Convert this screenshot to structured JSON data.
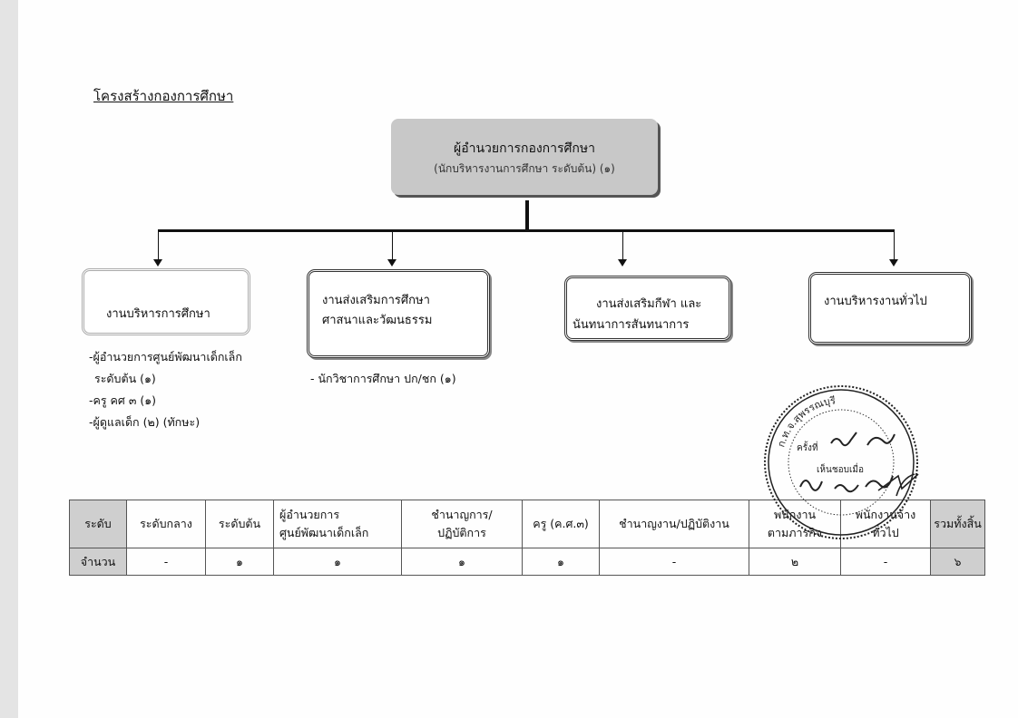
{
  "page": {
    "title": "โครงสร้างกองการศึกษา"
  },
  "head": {
    "title": "ผู้อำนวยการกองการศึกษา",
    "subtitle": "(นักบริหารงานการศึกษา ระดับต้น)  (๑)"
  },
  "departments": [
    {
      "lines": [
        "งานบริหารการศึกษา"
      ],
      "staff": [
        "-ผู้อำนวยการศูนย์พัฒนาเด็กเล็ก",
        "ระดับต้น (๑)",
        "-ครู คศ ๓ (๑)",
        "-ผู้ดูแลเด็ก  (๒)  (ทักษะ)"
      ]
    },
    {
      "lines": [
        "งานส่งเสริมการศึกษา",
        "ศาสนาและวัฒนธรรม"
      ],
      "staff": [
        "- นักวิชาการศึกษา ปก/ชก  (๑)"
      ]
    },
    {
      "lines": [
        "งานส่งเสริมกีฬา และ",
        "นันทนาการสันทนาการ"
      ],
      "staff": []
    },
    {
      "lines": [
        "งานบริหารงานทั่วไป"
      ],
      "staff": []
    }
  ],
  "table": {
    "headers": [
      "ระดับ",
      "ระดับกลาง",
      "ระดับต้น",
      "ผู้อำนวยการ ศูนย์พัฒนาเด็กเล็ก",
      "ชำนาญการ/ ปฏิบัติการ",
      "ครู (ค.ศ.๓)",
      "ชำนาญงาน/ปฏิบัติงาน",
      "พนักงาน ตามภารกิจ",
      "พนักงานจ้าง ทั่วไป",
      "รวมทั้งสิ้น"
    ],
    "headers_display": [
      [
        "ระดับ"
      ],
      [
        "ระดับกลาง"
      ],
      [
        "ระดับต้น"
      ],
      [
        "ผู้อำนวยการ",
        "ศูนย์พัฒนาเด็กเล็ก"
      ],
      [
        "ชำนาญการ/",
        "ปฏิบัติการ"
      ],
      [
        "ครู (ค.ศ.๓)"
      ],
      [
        "ชำนาญงาน/ปฏิบัติงาน"
      ],
      [
        "พนักงาน",
        "ตามภารกิจ"
      ],
      [
        "พนักงานจ้าง",
        "ทั่วไป"
      ],
      [
        "รวมทั้งสิ้น"
      ]
    ],
    "row_label": "จำนวน",
    "values": [
      "-",
      "๑",
      "๑",
      "๑",
      "๑",
      "-",
      "๒",
      "-",
      "๖"
    ]
  },
  "stamp": {
    "ring_text": "ก.ท.จ.สุพรรณบุรี",
    "line1": "ครั้งที่ ๑๒/๒๕๖๖",
    "line2": "เห็นชอบเมื่อ",
    "line3": "๒๒ พ.ย. ๖๖"
  },
  "colors": {
    "shade": "#cfcfcf",
    "head_box": "#c8c8c8",
    "ink": "#111111"
  }
}
